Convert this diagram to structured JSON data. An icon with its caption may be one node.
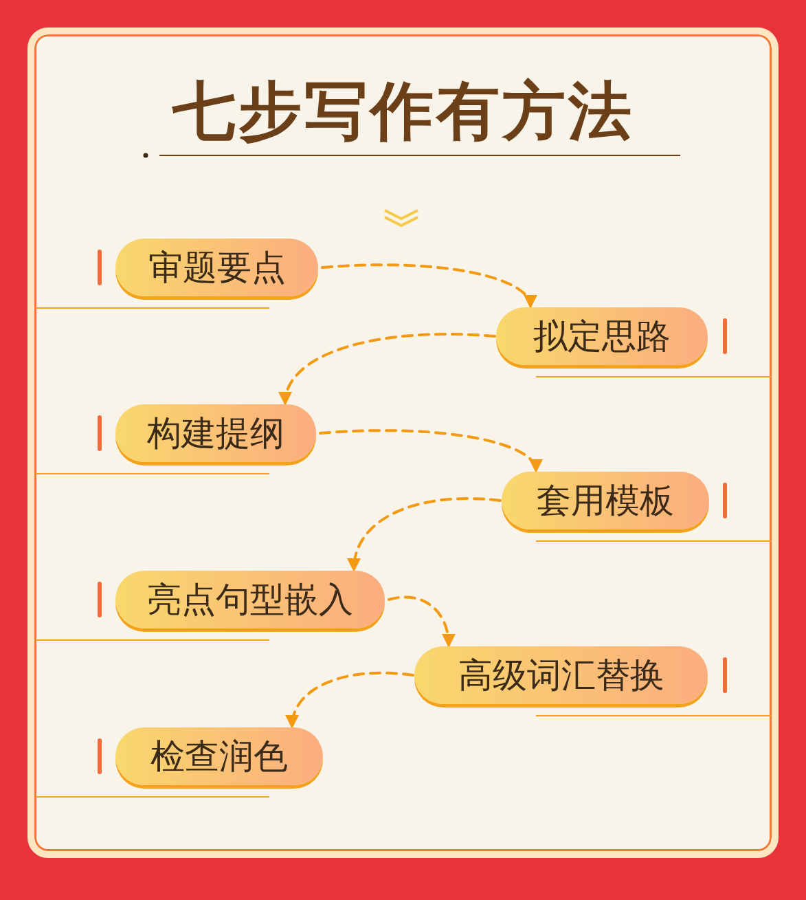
{
  "diagram": {
    "title": "七步写作有方法",
    "nodes": [
      {
        "text": [
          "审题要点"
        ]
      },
      {
        "text": [
          "拟定思路"
        ]
      },
      {
        "text": [
          "构建提纲"
        ]
      },
      {
        "text": [
          "套用模板"
        ]
      },
      {
        "text": [
          "亮点句型嵌入"
        ]
      },
      {
        "text": [
          "高级词汇替换"
        ]
      },
      {
        "text": [
          "检查润色"
        ]
      }
    ],
    "edges": [
      {
        "from": 0,
        "to": 1,
        "arrow": "to"
      },
      {
        "from": 1,
        "to": 2,
        "arrow": "to"
      },
      {
        "from": 2,
        "to": 3,
        "arrow": "to"
      },
      {
        "from": 3,
        "to": 4,
        "arrow": "to"
      },
      {
        "from": 4,
        "to": 5,
        "arrow": "to"
      },
      {
        "from": 5,
        "to": 6,
        "arrow": "to"
      }
    ]
  }
}
